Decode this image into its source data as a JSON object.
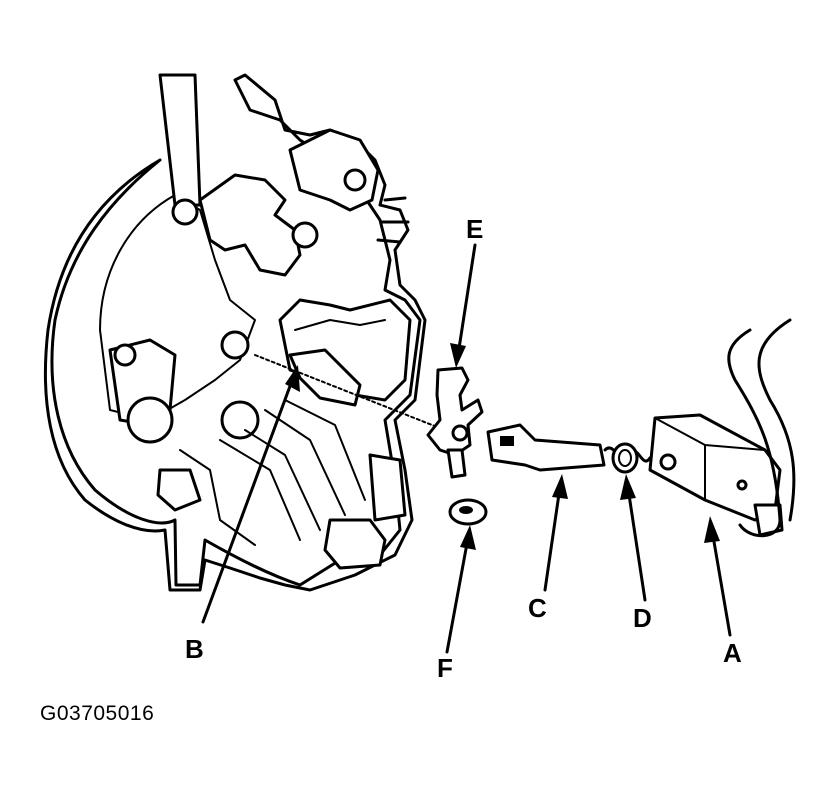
{
  "figure_id": "G03705016",
  "callouts": {
    "a": "A",
    "b": "B",
    "c": "C",
    "d": "D",
    "e": "E",
    "f": "F"
  },
  "colors": {
    "ink": "#000000",
    "paper": "#ffffff"
  }
}
